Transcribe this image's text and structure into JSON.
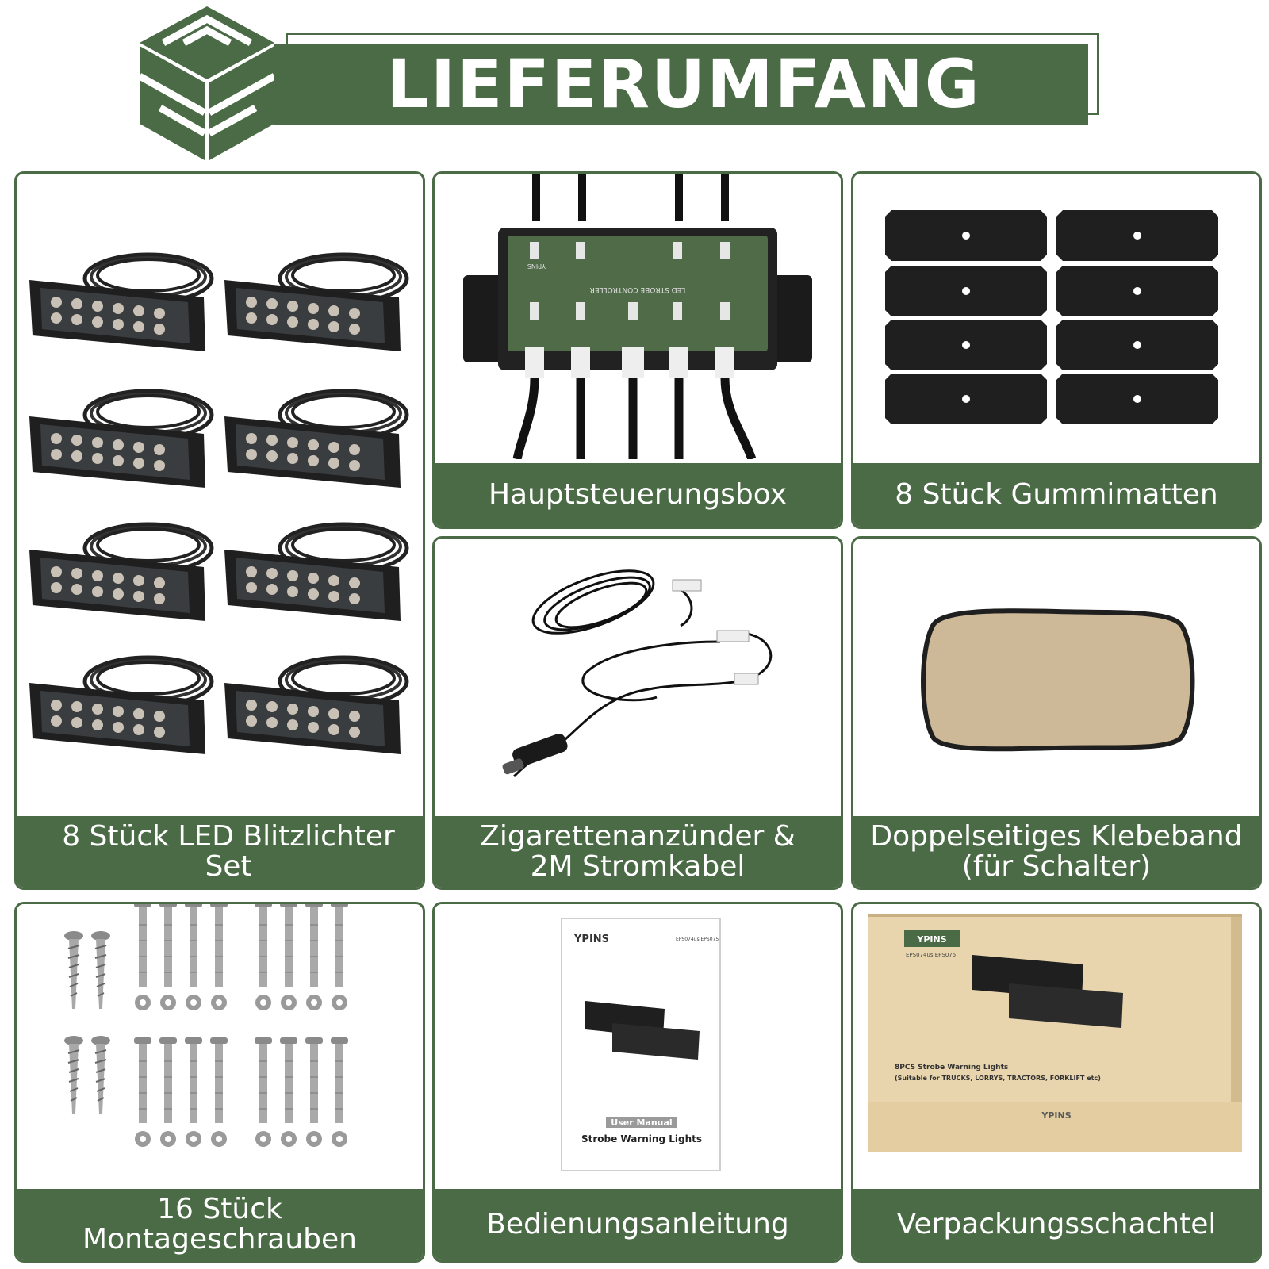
{
  "header": {
    "title": "LIEFERUMFANG"
  },
  "colors": {
    "brand_green": "#4b6b46",
    "caption_text": "#ffffff"
  },
  "icons": {
    "header_logo": "stacked-box-logo-icon"
  },
  "items": [
    {
      "id": "led",
      "caption": "8 Stück LED Blitzlichter Set"
    },
    {
      "id": "box",
      "caption": "Hauptsteuerungsbox"
    },
    {
      "id": "mats",
      "caption": "8 Stück Gummimatten"
    },
    {
      "id": "cable",
      "caption": "Zigarettenanzünder &\n2M Stromkabel"
    },
    {
      "id": "tape",
      "caption": "Doppelseitiges Klebeband\n(für Schalter)"
    },
    {
      "id": "screws",
      "caption": "16 Stück Montageschrauben"
    },
    {
      "id": "manual",
      "caption": "Bedienungsanleitung"
    },
    {
      "id": "package",
      "caption": "Verpackungsschachtel"
    }
  ],
  "product_labels": {
    "controller_brand": "YPINS",
    "controller_label": "LED STROBE CONTROLLER",
    "manual_brand": "YPINS",
    "manual_model": "EPS074us EPS075",
    "manual_badge": "User Manual",
    "manual_title": "Strobe Warning Lights",
    "package_brand": "YPINS",
    "package_model": "EPS074us EPS075",
    "package_line1": "8PCS Strobe Warning Lights",
    "package_line2": "(Suitable for TRUCKS, LORRYS, TRACTORS, FORKLIFT etc)",
    "package_brand_bottom": "YPINS"
  }
}
